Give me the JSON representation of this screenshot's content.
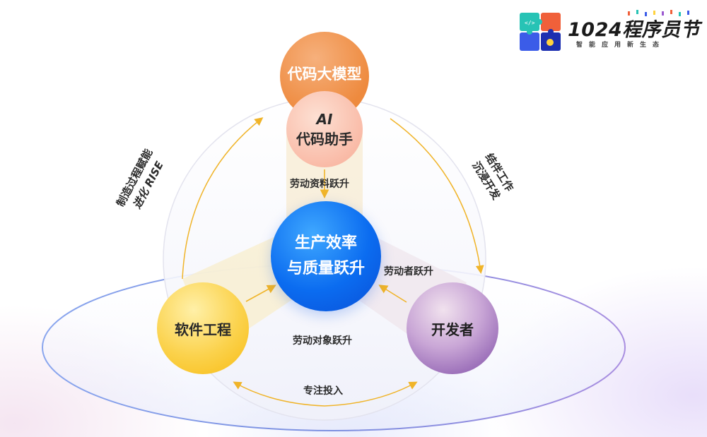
{
  "logo": {
    "title": "1024程序员节",
    "subtitle": "智能应用新生态"
  },
  "nodes": {
    "llm": "代码大模型",
    "ai_line1": "AI",
    "ai_line2": "代码助手",
    "center_line1": "生产效率",
    "center_line2": "与质量跃升",
    "software_engineering": "软件工程",
    "developer": "开发者"
  },
  "edges": {
    "top": "劳动资料跃升",
    "right": "劳动者跃升",
    "bottom": "劳动对象跃升",
    "loop_bottom": "专注投入",
    "loop_left_line1": "制造过程赋能",
    "loop_left_line2": "进化 RISE",
    "loop_right_line1": "结伴工作",
    "loop_right_line2": "沉浸开发"
  },
  "colors": {
    "orange": "#ee8a3e",
    "peach": "#f9b9a5",
    "blue": "#0b6cf0",
    "yellow": "#fbd24c",
    "purple": "#7d4ba6",
    "arrow": "#f0b429",
    "ellipse": "#7f9ae6"
  }
}
